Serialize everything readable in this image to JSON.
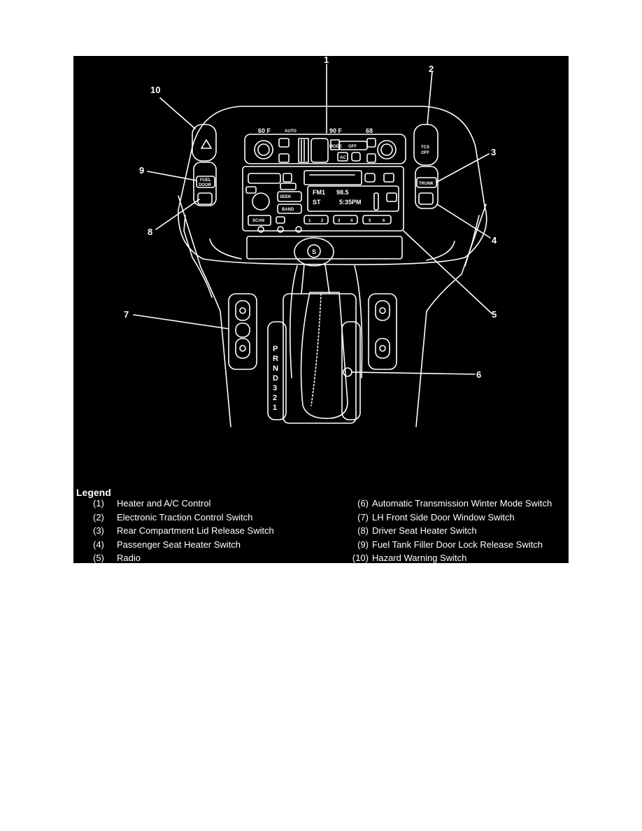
{
  "callouts": [
    "1",
    "2",
    "3",
    "4",
    "5",
    "6",
    "7",
    "8",
    "9",
    "10"
  ],
  "climate_display": {
    "left_temp": "60 F",
    "mode": "AUTO",
    "right_temp": "90 F",
    "outside": "68"
  },
  "climate_buttons": {
    "mode": "MODE",
    "off": "OFF",
    "ac": "AC"
  },
  "radio_display": {
    "band": "FM1",
    "freq": "98.5",
    "stereo": "ST",
    "time": "5:35PM"
  },
  "radio_buttons": {
    "band": "BAND",
    "seek": "SEEK",
    "scan": "SCAN",
    "preset_1": "1",
    "preset_2": "2",
    "preset_3": "3",
    "preset_4": "4",
    "preset_5": "5",
    "preset_6": "6"
  },
  "side_buttons": {
    "tcs_line1": "TCS",
    "tcs_line2": "OFF",
    "fuel_line1": "FUEL",
    "fuel_line2": "DOOR",
    "trunk": "TRUNK"
  },
  "shifter": {
    "knob": "S",
    "gears": [
      "P",
      "R",
      "N",
      "D",
      "3",
      "2",
      "1"
    ]
  },
  "legend": {
    "title": "Legend",
    "left": [
      {
        "num": "(1)",
        "text": "Heater and A/C Control"
      },
      {
        "num": "(2)",
        "text": "Electronic Traction Control Switch"
      },
      {
        "num": "(3)",
        "text": "Rear Compartment Lid Release Switch"
      },
      {
        "num": "(4)",
        "text": "Passenger Seat Heater Switch"
      },
      {
        "num": "(5)",
        "text": "Radio"
      }
    ],
    "right": [
      {
        "num": "(6)",
        "text": "Automatic Transmission Winter Mode Switch"
      },
      {
        "num": "(7)",
        "text": "LH Front Side Door Window Switch"
      },
      {
        "num": "(8)",
        "text": "Driver Seat Heater Switch"
      },
      {
        "num": "(9)",
        "text": "Fuel Tank Filler Door Lock Release Switch"
      },
      {
        "num": "(10)",
        "text": "Hazard Warning Switch"
      }
    ]
  }
}
